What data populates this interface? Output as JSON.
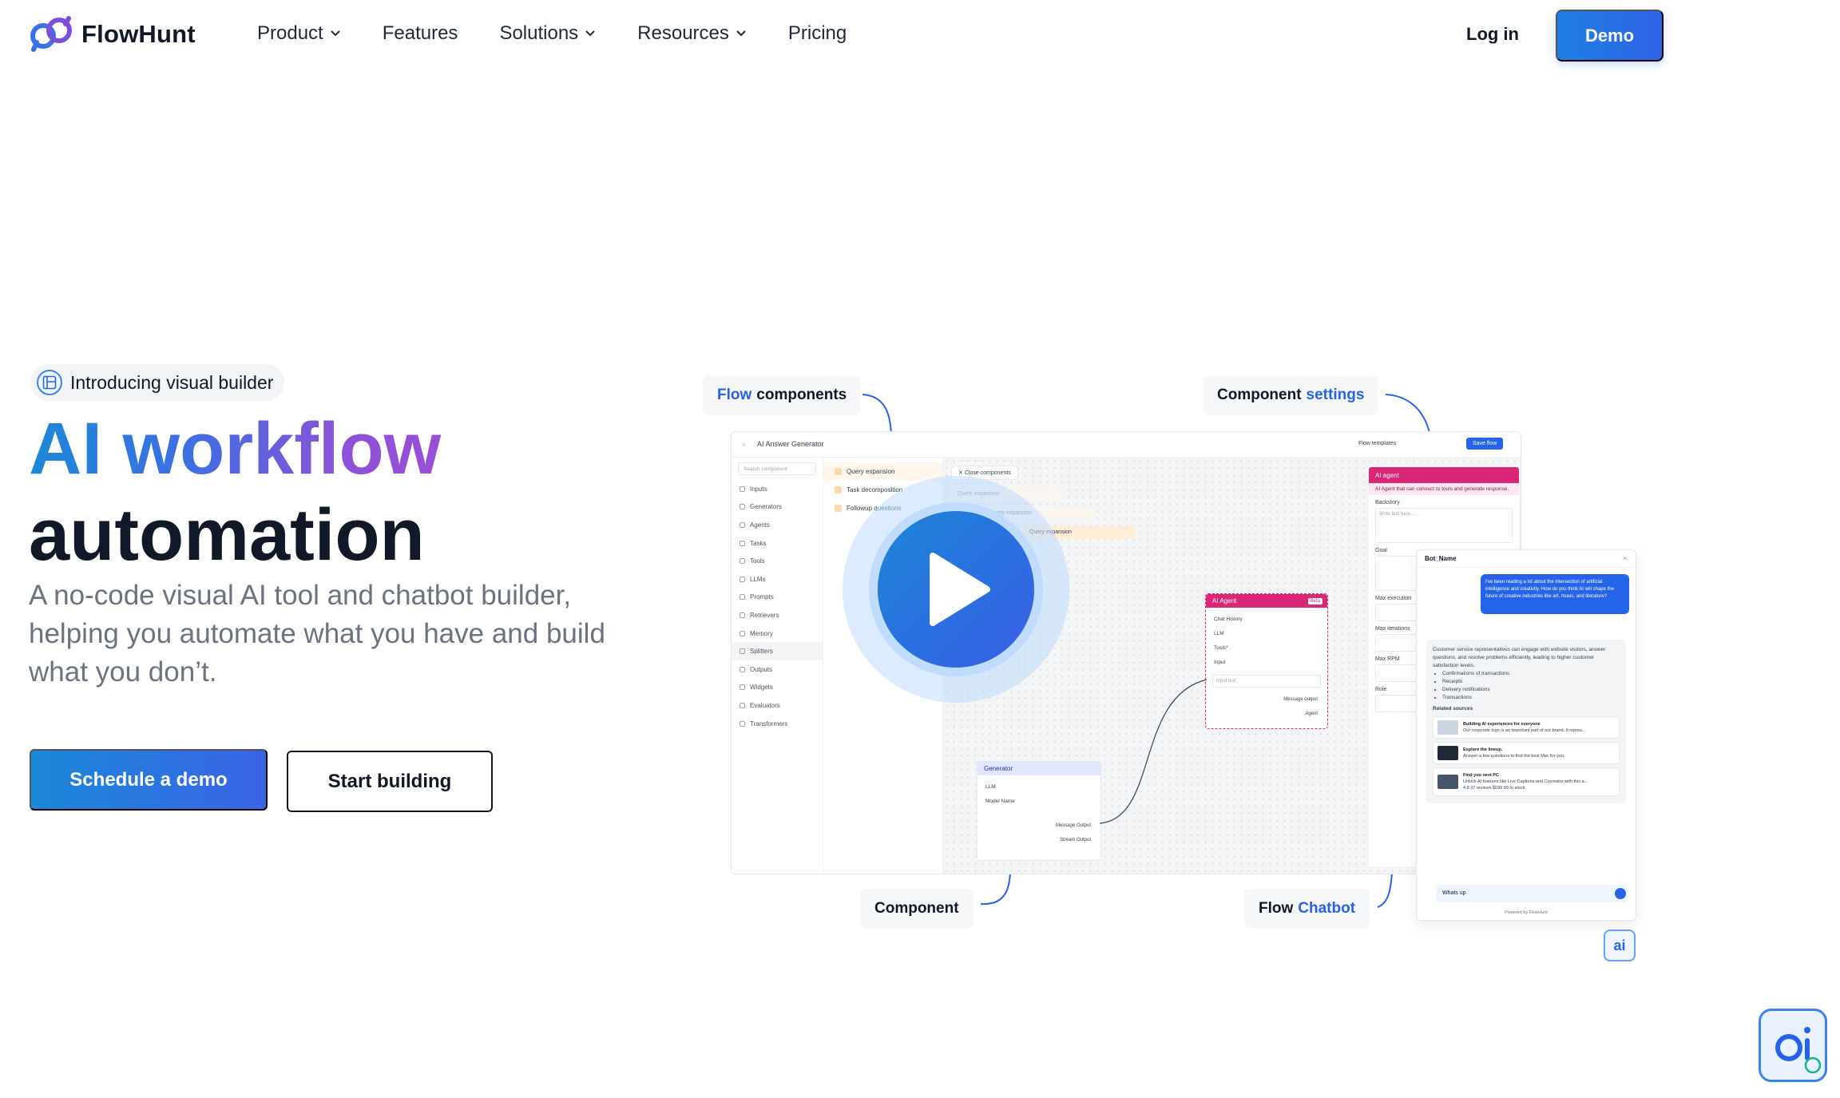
{
  "brand": {
    "name": "FlowHunt"
  },
  "nav": {
    "items": [
      {
        "label": "Product",
        "dropdown": true
      },
      {
        "label": "Features",
        "dropdown": false
      },
      {
        "label": "Solutions",
        "dropdown": true
      },
      {
        "label": "Resources",
        "dropdown": true
      },
      {
        "label": "Pricing",
        "dropdown": false
      }
    ],
    "login_label": "Log in",
    "demo_label": "Demo"
  },
  "hero": {
    "badge": "Introducing visual builder",
    "title_line1": "AI workflow",
    "title_line2": "automation",
    "subtitle": "A no-code visual AI tool and chatbot builder, helping you automate what you have and build what you don’t.",
    "primary_cta": "Schedule a demo",
    "secondary_cta": "Start building"
  },
  "callouts": {
    "flow_components": {
      "accent": "Flow",
      "rest": "components"
    },
    "component_settings": {
      "rest": "Component",
      "accent": "settings"
    },
    "component": "Component",
    "flow_chatbot": {
      "rest": "Flow",
      "accent": "Chatbot"
    }
  },
  "mock": {
    "title": "AI Answer Generator",
    "flow_templates": "Flow templates",
    "save_flow": "Save flow",
    "search_placeholder": "Search component",
    "side_items": [
      "Inputs",
      "Generators",
      "Agents",
      "Tasks",
      "Tools",
      "LLMs",
      "Prompts",
      "Retrievers",
      "Memory",
      "Splitters",
      "Outputs",
      "Widgets",
      "Evaluators",
      "Transformers"
    ],
    "list_items": [
      "Query expansion",
      "Task decomposition",
      "Followup questions"
    ],
    "close_components": "Close components",
    "canvas_nodes": [
      "Query expansion",
      "Query expansion",
      "Query expansion"
    ],
    "agent_node": {
      "title": "AI Agent",
      "badge": "Beta",
      "ports": [
        "Chat History",
        "LLM",
        "Tools*",
        "Input"
      ],
      "input_placeholder": "Input text",
      "outputs": [
        "Message output",
        "Agent"
      ]
    },
    "generator_node": {
      "title": "Generator",
      "ports": [
        "LLM",
        "Model Name"
      ],
      "outputs": [
        "Message Output",
        "Stream Output"
      ]
    },
    "settings": {
      "title": "AI agent",
      "description": "AI Agent that can connect to tools and generate response.",
      "fields": [
        "Backstory",
        "Goal",
        "Max execution",
        "Max iterations",
        "Max RPM",
        "Role"
      ],
      "placeholder": "Write text here ...."
    },
    "chat": {
      "name": "Bot_Name",
      "user_message": "I've been reading a lot about the intersection of artificial intelligence and creativity. How do you think AI will shape the future of creative industries like art, music, and literature?",
      "bot_message": "Customer service representatives can engage with website visitors, answer questions, and resolve problems efficiently, leading to higher customer satisfaction levels.",
      "bullets": [
        "Confirmations of transactions",
        "Receipts",
        "Delivery notifications",
        "Transactions"
      ],
      "related_label": "Related sources",
      "sources": [
        {
          "title": "Building AI experiences for everyone",
          "desc": "Our corporate logo is an important part of our brand. It repres..."
        },
        {
          "title": "Explore the lineup.",
          "desc": "Answer a few questions to find the best Mac for you."
        },
        {
          "title": "Find you next PC",
          "desc": "Unlock AI features like Live Captions and Cocreator with this a...",
          "meta": "4.8   37 reviews   $699.99   In stock"
        }
      ],
      "input_value": "Whats up",
      "powered_by": "Powered by FlowHunt"
    }
  },
  "widgets": {
    "chat_launcher_icon": "ai-chat-icon"
  },
  "colors": {
    "brand_blue": "#2563eb",
    "gradient_start": "#1a88d8",
    "gradient_end": "#9b4dd9",
    "agent_pink": "#db2777"
  }
}
